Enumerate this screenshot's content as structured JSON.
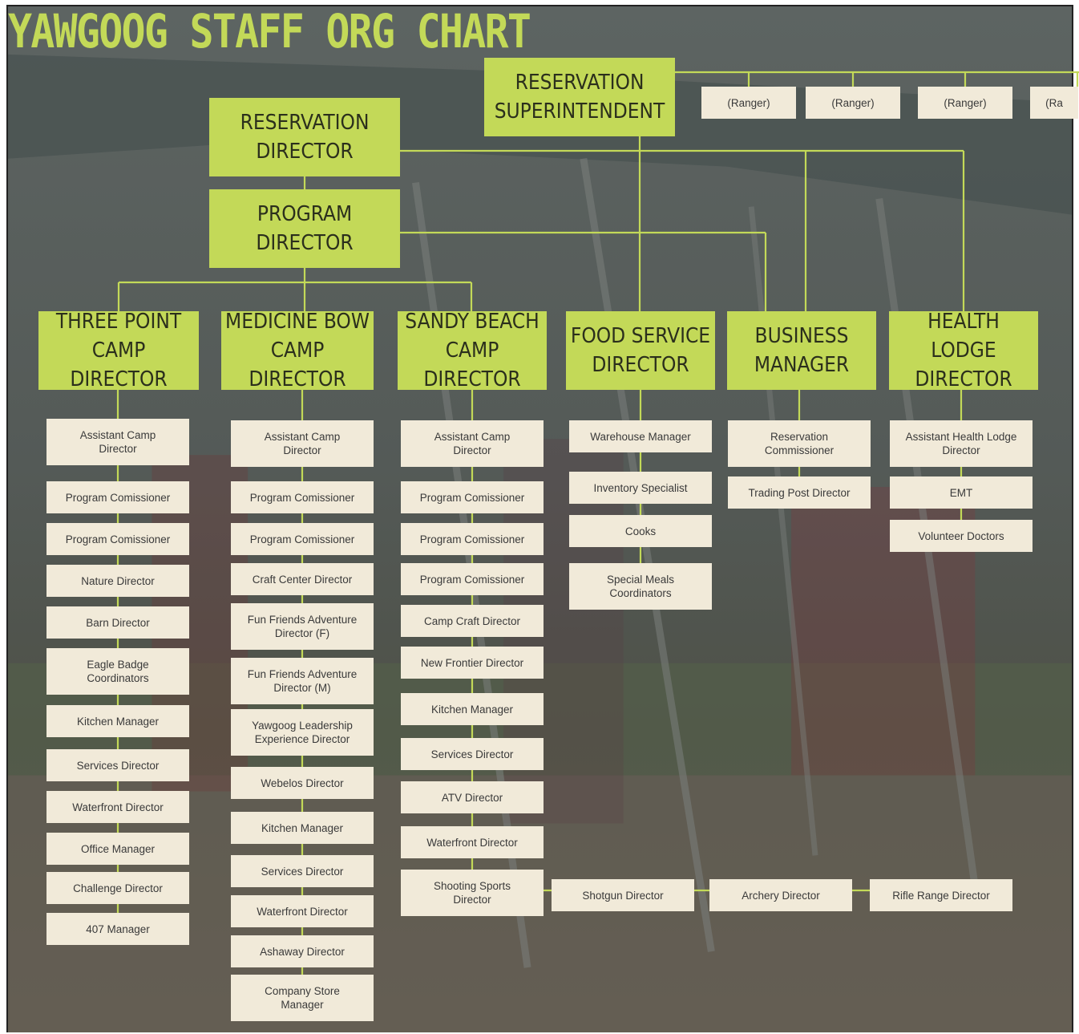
{
  "title": "YAWGOOG STAFF ORG CHART",
  "colors": {
    "accent": "#c3d958",
    "card": "#f1ead9",
    "background": "#4a4f4f",
    "line": "#c3d958"
  },
  "superintendent": {
    "label": "RESERVATION\nSUPERINTENDENT",
    "rangers": [
      "(Ranger)",
      "(Ranger)",
      "(Ranger)",
      "(Ra"
    ]
  },
  "reservation_director": {
    "label": "RESERVATION\nDIRECTOR"
  },
  "program_director": {
    "label": "PROGRAM\nDIRECTOR"
  },
  "departments": [
    {
      "label": "THREE POINT\nCAMP DIRECTOR",
      "roles": [
        "Assistant Camp\nDirector",
        "Program Comissioner",
        "Program Comissioner",
        "Nature Director",
        "Barn Director",
        "Eagle Badge\nCoordinators",
        "Kitchen Manager",
        "Services Director",
        "Waterfront Director",
        "Office Manager",
        "Challenge Director",
        "407 Manager"
      ]
    },
    {
      "label": "MEDICINE BOW\nCAMP DIRECTOR",
      "roles": [
        "Assistant Camp\nDirector",
        "Program Comissioner",
        "Program Comissioner",
        "Craft Center Director",
        "Fun Friends Adventure\nDirector (F)",
        "Fun Friends Adventure\nDirector (M)",
        "Yawgoog Leadership\nExperience Director",
        "Webelos Director",
        "Kitchen Manager",
        "Services Director",
        "Waterfront Director",
        "Ashaway Director",
        "Company Store\nManager"
      ]
    },
    {
      "label": "SANDY BEACH\nCAMP DIRECTOR",
      "roles": [
        "Assistant Camp\nDirector",
        "Program Comissioner",
        "Program Comissioner",
        "Program Comissioner",
        "Camp Craft Director",
        "New Frontier Director",
        "Kitchen Manager",
        "Services Director",
        "ATV Director",
        "Waterfront Director",
        "Shooting Sports\nDirector"
      ]
    },
    {
      "label": "FOOD SERVICE\nDIRECTOR",
      "roles": [
        "Warehouse Manager",
        "Inventory Specialist",
        "Cooks",
        "Special Meals\nCoordinators"
      ]
    },
    {
      "label": "BUSINESS\nMANAGER",
      "roles": [
        "Reservation\nCommissioner",
        "Trading Post Director"
      ]
    },
    {
      "label": "HEALTH LODGE\nDIRECTOR",
      "roles": [
        "Assistant Health Lodge\nDirector",
        "EMT",
        "Volunteer Doctors"
      ]
    }
  ],
  "shooting_sports": [
    "Shotgun Director",
    "Archery Director",
    "Rifle Range Director"
  ]
}
